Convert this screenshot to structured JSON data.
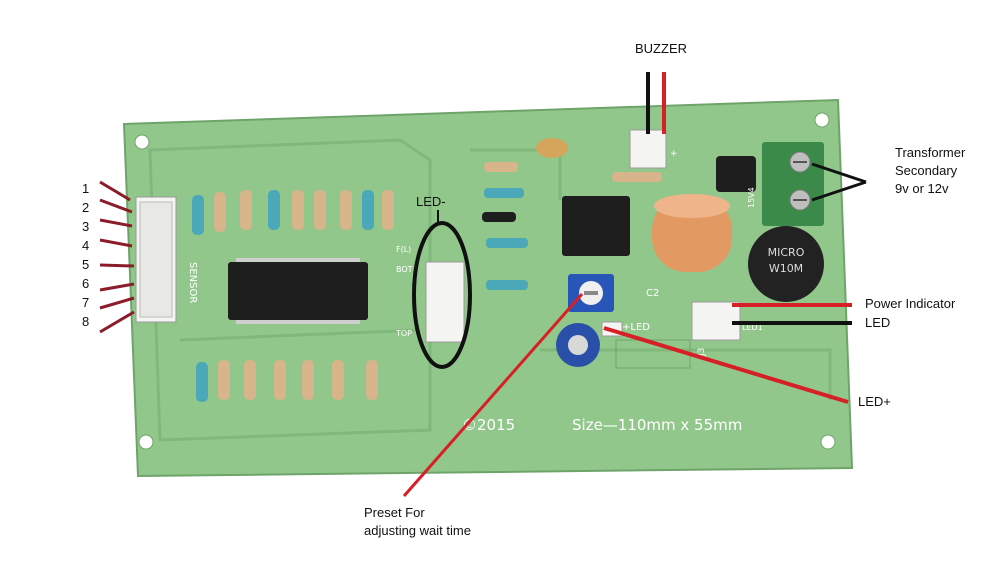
{
  "labels": {
    "buzzer": "BUZZER",
    "transformer": [
      "Transformer",
      "Secondary",
      "9v or 12v"
    ],
    "led_minus": "LED-",
    "power_indicator": [
      "Power Indicator",
      "LED"
    ],
    "led_plus": "LED+",
    "preset": [
      "Preset For",
      "adjusting wait time"
    ]
  },
  "pin_numbers": [
    "1",
    "2",
    "3",
    "4",
    "5",
    "6",
    "7",
    "8"
  ],
  "board_silkscreen": {
    "copyright": "©2015",
    "size": "Size—110mm x 55mm",
    "sensor": "SENSOR",
    "c2": "C2",
    "plus_led": "+LED",
    "j3": "J3",
    "top": "TOP",
    "bot": "BOT",
    "full": "F(L)",
    "plus": "+",
    "led1": "LED1",
    "mic_cap": [
      "MICRO",
      "W10M"
    ],
    "rect_label": "15V4"
  },
  "colors": {
    "board": "#8fc58a",
    "trace": "#78b373",
    "annotation_red": "#d61f26",
    "annotation_black": "#111111",
    "pin_arrow": "#8b1c2a"
  }
}
